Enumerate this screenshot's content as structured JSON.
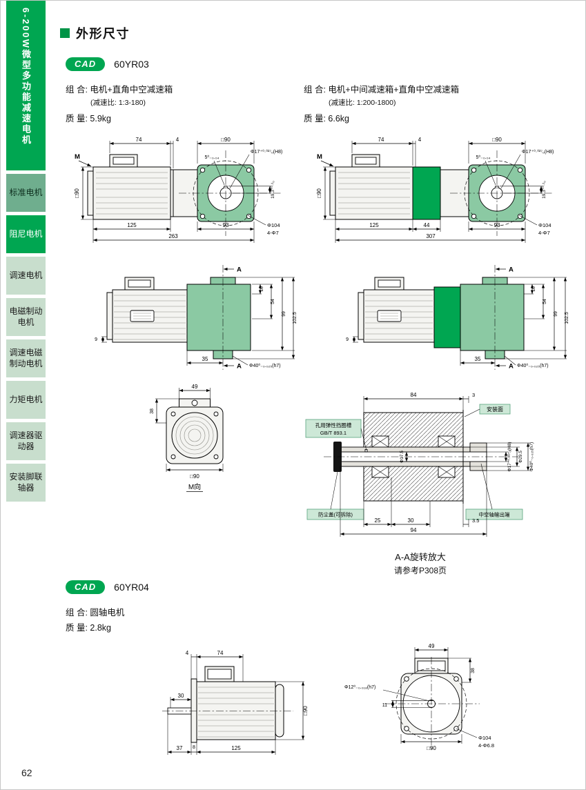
{
  "page": {
    "title": "外形尺寸",
    "page_number": "62"
  },
  "sidebar": {
    "series_title": "6-200W微型多功能减速电机",
    "items": [
      {
        "id": "standard",
        "label": "标准电机"
      },
      {
        "id": "damping",
        "label": "阻尼电机"
      },
      {
        "id": "speed-control",
        "label": "调速电机"
      },
      {
        "id": "em-brake",
        "label": "电磁制动电机"
      },
      {
        "id": "speed-em-brake",
        "label": "调速电磁制动电机"
      },
      {
        "id": "torque",
        "label": "力矩电机"
      },
      {
        "id": "controller-driver",
        "label": "调速器驱动器"
      },
      {
        "id": "foot-coupling",
        "label": "安装脚联轴器"
      }
    ]
  },
  "model1": {
    "cad_label": "CAD",
    "code": "60YR03",
    "variant_left": {
      "combo": "组 合: 电机+直角中空减速箱",
      "ratio": "(减速比: 1:3-180)",
      "mass": "质 量: 5.9kg"
    },
    "variant_right": {
      "combo": "组 合: 电机+中间减速箱+直角中空减速箱",
      "ratio": "(减速比: 1:200-1800)",
      "mass": "质 量: 6.6kg"
    }
  },
  "model2": {
    "cad_label": "CAD",
    "code": "60YR04",
    "combo": "组 合: 圆轴电机",
    "mass": "质 量: 2.8kg"
  },
  "drawings": {
    "top1": {
      "len_74": "74",
      "len_4": "4",
      "sq90_top": "□90",
      "bore": "Φ17⁺⁰·⁰²⁷₀(H8)",
      "key_width": "5⁰₋₀.₀₄",
      "key_depth": "19.3⁺⁰·¹₀",
      "view_m": "M",
      "sq90_left": "□90",
      "len_125": "125",
      "len_93": "93",
      "len_total": "263",
      "bolt_circle": "Φ104",
      "holes": "4-Φ7"
    },
    "top2": {
      "len_74": "74",
      "len_4": "4",
      "sq90_top": "□90",
      "bore": "Φ17⁺⁰·⁰²⁷₀(H8)",
      "key_width": "5⁰₋₀.₀₄",
      "key_depth": "19.3⁺⁰·¹₀",
      "view_m": "M",
      "sq90_left": "□90",
      "len_125": "125",
      "len_44": "44",
      "len_93": "93",
      "len_total": "307",
      "bolt_circle": "Φ104",
      "holes": "4-Φ7"
    },
    "side": {
      "section": "A",
      "h_total": "102.5",
      "h_99": "99",
      "h_54": "54",
      "h_16": "16",
      "len_35": "35",
      "len_9": "9",
      "shaft": "Φ40⁰₋₀.₀₂₅(h7)"
    },
    "m_view": {
      "len_49": "49",
      "len_38": "38",
      "sq90": "□90",
      "caption": "M向"
    },
    "aa": {
      "len_84": "84",
      "mount_face": "安装面",
      "len_3": "3",
      "bore_tol": "Φ17⁺⁰·⁰²⁷₀(H8)",
      "circlip_line1": "孔用弹性挡圈槽",
      "circlip_line2": "GB/T 893.1",
      "dia_175": "Φ17.5",
      "dia_295": "Φ29.5",
      "shaft": "Φ40⁰₋₀.₀₂₅(h7)",
      "dust_cover": "防尘盖(可拆除)",
      "hollow_out": "中空轴输出端",
      "len_25": "25",
      "len_30": "30",
      "len_35": "3.5",
      "len_94": "94",
      "caption": "A-A旋转放大",
      "ref": "请参考P308页"
    },
    "round_side": {
      "len_4": "4",
      "len_74": "74",
      "len_30": "30",
      "sq90": "□90",
      "len_37": "37",
      "len_8": "8",
      "len_125": "125"
    },
    "round_front": {
      "len_49": "49",
      "len_38": "38",
      "shaft": "Φ12⁰₋₀.₀₁₈(h7)",
      "len_11": "11",
      "bolt_circle": "Φ104",
      "holes": "4-Φ6.8",
      "sq90": "□90"
    }
  }
}
